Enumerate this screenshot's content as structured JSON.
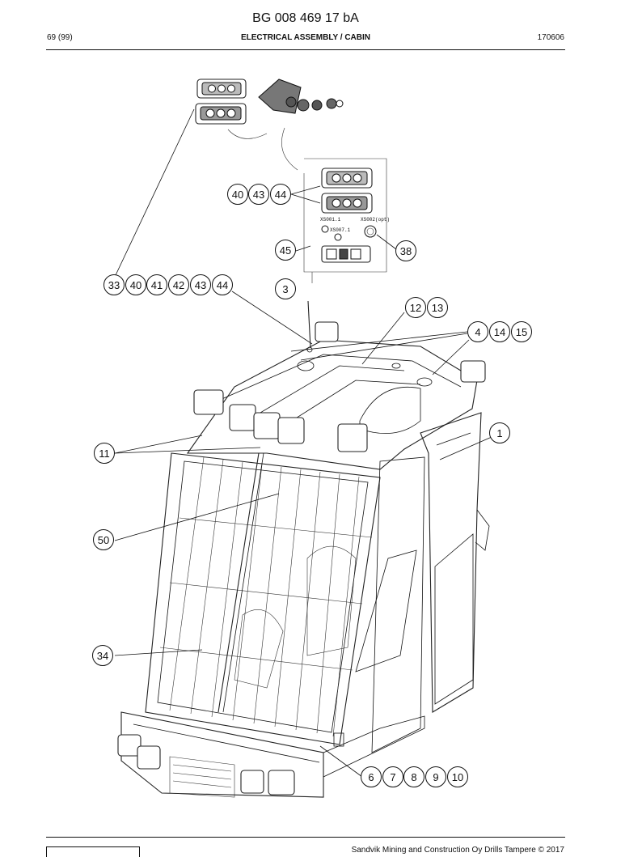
{
  "header": {
    "doc_number": "BG 008 469 17 bA",
    "page": "69 (99)",
    "section": "ELECTRICAL ASSEMBLY / CABIN",
    "date_code": "170606"
  },
  "footer": {
    "copyright": "Sandvik Mining and Construction Oy Drills Tampere © 2017"
  },
  "detail_labels": {
    "connector_a": "XS001.1",
    "connector_b": "XS002(opt)",
    "connector_c": "XS007.1"
  },
  "callouts": [
    {
      "id": "c40a",
      "label": "40"
    },
    {
      "id": "c43a",
      "label": "43"
    },
    {
      "id": "c44a",
      "label": "44"
    },
    {
      "id": "c45",
      "label": "45"
    },
    {
      "id": "c38",
      "label": "38"
    },
    {
      "id": "c33",
      "label": "33"
    },
    {
      "id": "c40b",
      "label": "40"
    },
    {
      "id": "c41",
      "label": "41"
    },
    {
      "id": "c42",
      "label": "42"
    },
    {
      "id": "c43b",
      "label": "43"
    },
    {
      "id": "c44b",
      "label": "44"
    },
    {
      "id": "c3",
      "label": "3"
    },
    {
      "id": "c12",
      "label": "12"
    },
    {
      "id": "c13",
      "label": "13"
    },
    {
      "id": "c4",
      "label": "4"
    },
    {
      "id": "c14",
      "label": "14"
    },
    {
      "id": "c15",
      "label": "15"
    },
    {
      "id": "c1",
      "label": "1"
    },
    {
      "id": "c11",
      "label": "11"
    },
    {
      "id": "c50",
      "label": "50"
    },
    {
      "id": "c34",
      "label": "34"
    },
    {
      "id": "c6",
      "label": "6"
    },
    {
      "id": "c7",
      "label": "7"
    },
    {
      "id": "c8",
      "label": "8"
    },
    {
      "id": "c9",
      "label": "9"
    },
    {
      "id": "c10",
      "label": "10"
    }
  ]
}
